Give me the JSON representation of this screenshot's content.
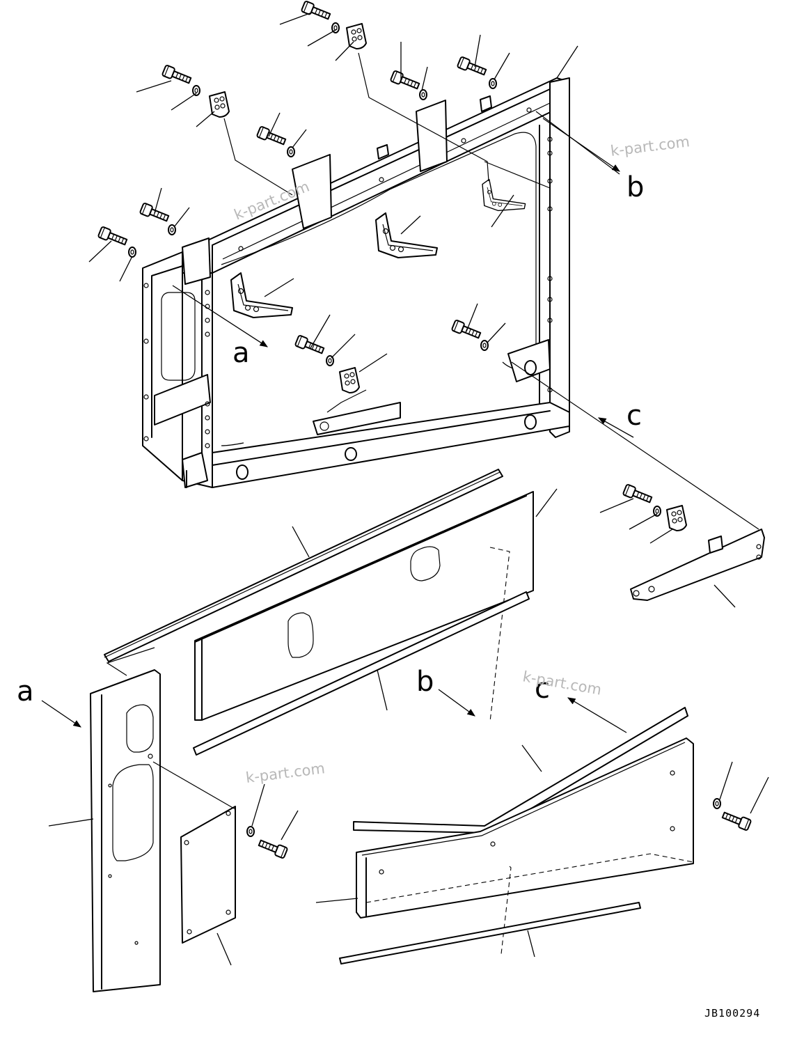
{
  "view_refs": {
    "b_upper": "b",
    "a_upper": "a",
    "c_upper": "c",
    "a_lower": "a",
    "b_lower": "b",
    "c_lower": "c"
  },
  "watermarks": [
    "k-part.com",
    "k-part.com",
    "k-part.com",
    "k-part.com"
  ],
  "drawing_code": "JB100294"
}
